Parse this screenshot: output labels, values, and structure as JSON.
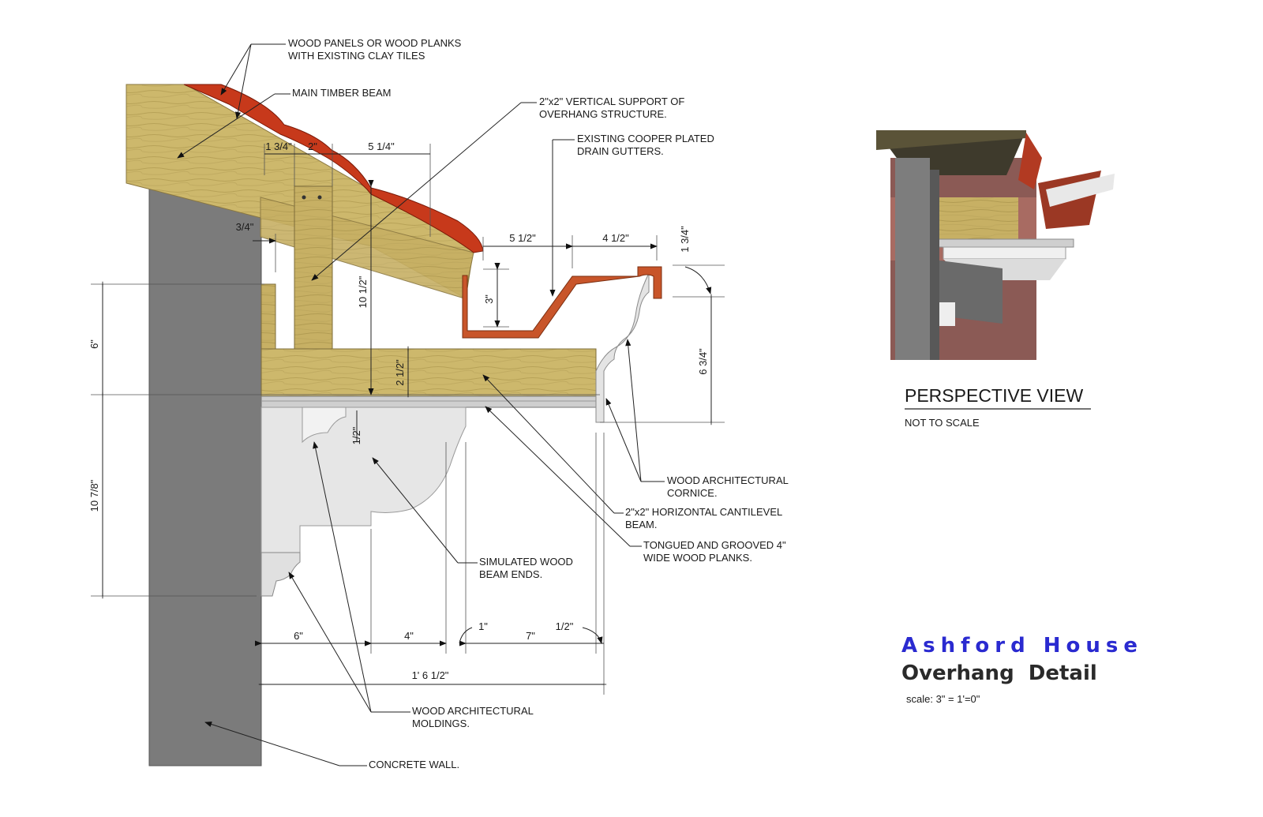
{
  "callouts": {
    "wood_panels_1": "WOOD PANELS OR WOOD PLANKS",
    "wood_panels_2": "WITH EXISTING CLAY TILES",
    "timber_beam": "MAIN TIMBER BEAM",
    "vertical_support_1": "2\"x2\" VERTICAL SUPPORT OF",
    "vertical_support_2": "OVERHANG STRUCTURE.",
    "gutters_1": "EXISTING COOPER PLATED",
    "gutters_2": "DRAIN GUTTERS.",
    "cornice_1": "WOOD ARCHITECTURAL",
    "cornice_2": "CORNICE.",
    "cantilever_1": "2\"x2\" HORIZONTAL CANTILEVEL",
    "cantilever_2": "BEAM.",
    "planks_1": "TONGUED AND GROOVED 4\"",
    "planks_2": "WIDE WOOD PLANKS.",
    "beam_ends_1": "SIMULATED WOOD",
    "beam_ends_2": "BEAM ENDS.",
    "moldings_1": "WOOD ARCHITECTURAL",
    "moldings_2": "MOLDINGS.",
    "wall": "CONCRETE WALL."
  },
  "dimensions": {
    "d_1_3_4": "1 3/4\"",
    "d_2": "2\"",
    "d_5_1_4": "5 1/4\"",
    "d_3_4": "3/4\"",
    "d_5_1_2": "5 1/2\"",
    "d_4_1_2": "4 1/2\"",
    "d_1_3_4_gutter": "1 3/4\"",
    "d_10_1_2": "10 1/2\"",
    "d_3": "3\"",
    "d_6_vert": "6\"",
    "d_2_1_2": "2 1/2\"",
    "d_6_3_4": "6 3/4\"",
    "d_1_2_vert": "1/2\"",
    "d_10_7_8": "10 7/8\"",
    "d_6": "6\"",
    "d_4": "4\"",
    "d_1": "1\"",
    "d_7": "7\"",
    "d_1_2": "1/2\"",
    "d_total": "1' 6 1/2\""
  },
  "perspective": {
    "title": "PERSPECTIVE VIEW",
    "subtitle": "NOT TO SCALE"
  },
  "titleblock": {
    "project": "Ashford House",
    "sheet": "Overhang  Detail",
    "scale": "scale: 3\" = 1'=0\""
  },
  "colors": {
    "concrete": "#7a7a7a",
    "wood": "#c9b46a",
    "clay_tile": "#c8381a",
    "copper": "#c8552a",
    "molding": "#e2e2e2",
    "project_title": "#2a2ad0"
  }
}
